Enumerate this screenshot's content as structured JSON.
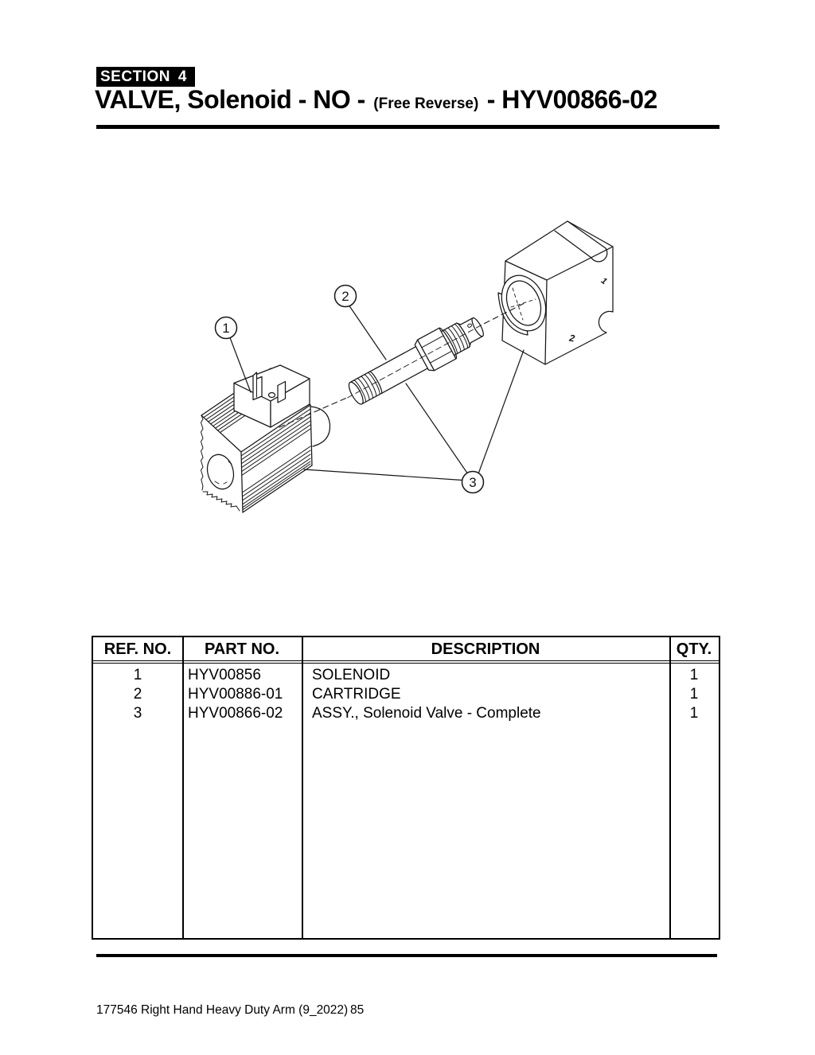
{
  "header": {
    "section_label": "SECTION",
    "section_number": "4",
    "title_main": "VALVE, Solenoid - NO -",
    "title_paren": "(Free Reverse)",
    "title_part": "- HYV00866-02"
  },
  "diagram": {
    "callout_1": "1",
    "callout_2": "2",
    "callout_3": "3",
    "port_label_1": "1",
    "port_label_2": "2"
  },
  "table": {
    "headers": [
      "REF. NO.",
      "PART NO.",
      "DESCRIPTION",
      "QTY."
    ],
    "rows": [
      {
        "ref": "1",
        "part": "HYV00856",
        "desc": "SOLENOID",
        "qty": "1"
      },
      {
        "ref": "2",
        "part": "HYV00886-01",
        "desc": "CARTRIDGE",
        "qty": "1"
      },
      {
        "ref": "3",
        "part": "HYV00866-02",
        "desc": "ASSY., Solenoid Valve - Complete",
        "qty": "1"
      }
    ]
  },
  "footer": {
    "doc_ref": "177546 Right Hand Heavy Duty Arm (9_2022)",
    "page_number": "85"
  }
}
